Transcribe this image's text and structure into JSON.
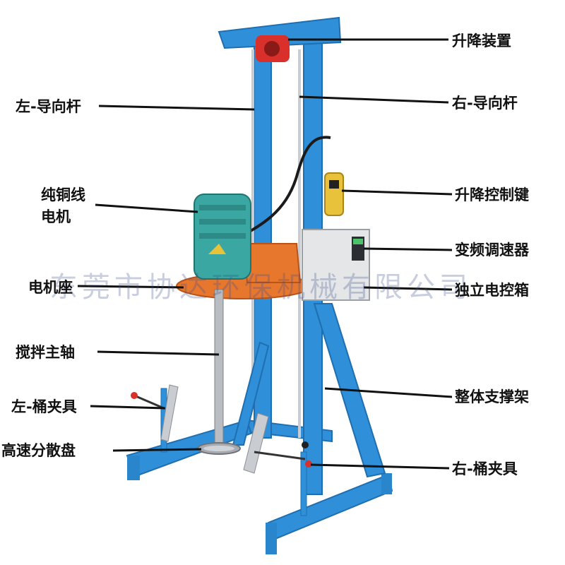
{
  "labels": {
    "lift_device": "升降装置",
    "left_guide_rod": "左-导向杆",
    "right_guide_rod": "右-导向杆",
    "copper_motor_line1": "纯铜线",
    "copper_motor_line2": "电机",
    "lift_control_key": "升降控制键",
    "vfd": "变频调速器",
    "motor_seat": "电机座",
    "control_box": "独立电控箱",
    "mixing_shaft": "搅拌主轴",
    "left_clamp": "左-桶夹具",
    "support_frame": "整体支撑架",
    "disperser_disc": "高速分散盘",
    "right_clamp": "右-桶夹具"
  },
  "watermark": "东莞市协达环保机械有限公司",
  "colors": {
    "frame_blue": "#2f8fd8",
    "frame_blue_dark": "#1f6fb0",
    "motor_teal": "#3aa7a3",
    "seat_orange": "#e8772e",
    "lift_red": "#d9302b",
    "control_box_gray": "#e4e6e8",
    "leader_line": "#111111",
    "text": "#111111"
  }
}
